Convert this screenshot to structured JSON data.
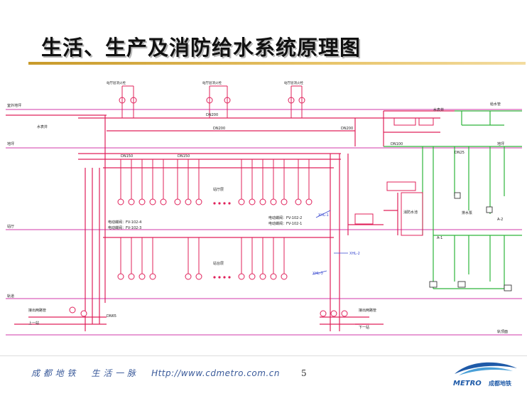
{
  "title": "生活、生产及消防给水系统原理图",
  "footer": {
    "company": "成 都 地 铁",
    "slogan": "生 活 一 脉",
    "url": "Http://www.cdmetro.com.cn",
    "page": "5",
    "logo_text": "METRO",
    "logo_cn": "成都地铁"
  },
  "diagram": {
    "colors": {
      "red_pipe": "#e0205a",
      "magenta": "#d23aa8",
      "green_pipe": "#2db53a",
      "blue_line": "#3a4ad0",
      "text": "#222222"
    },
    "level_labels": [
      "室外地坪",
      "站厅",
      "站台",
      "轨道",
      "地坪",
      "站厅层",
      "轨顶面"
    ],
    "hydrant_group_labels": [
      "站厅层消火栓",
      "站厅层消火栓",
      "站厅层消火栓"
    ],
    "pipe_labels": {
      "dn200_top": "DN200",
      "dn200_mid": "DN200",
      "dn200_right": "DN200",
      "dn150_a": "DN150",
      "dn150_b": "DN150",
      "dn100": "DN100",
      "dn65": "DN65",
      "dn25": "DN25"
    },
    "valve_labels": [
      "电动蝶阀：FV-102-4",
      "电动蝶阀：FV-102-3",
      "电动蝶阀：FV-102-2",
      "电动蝶阀：FV-102-1"
    ],
    "riser_labels": [
      "XHL-1",
      "XHL-2",
      "XHL-3"
    ],
    "room_labels": [
      "站厅层",
      "站台层",
      "消防水池",
      "水表井",
      "接出两路管"
    ],
    "right_labels": [
      "给水管",
      "排水泵",
      "水表井",
      "A-1",
      "A-2"
    ],
    "bottom_labels": [
      "上一站",
      "下一站",
      "接出两路管",
      "接出两路管"
    ]
  }
}
